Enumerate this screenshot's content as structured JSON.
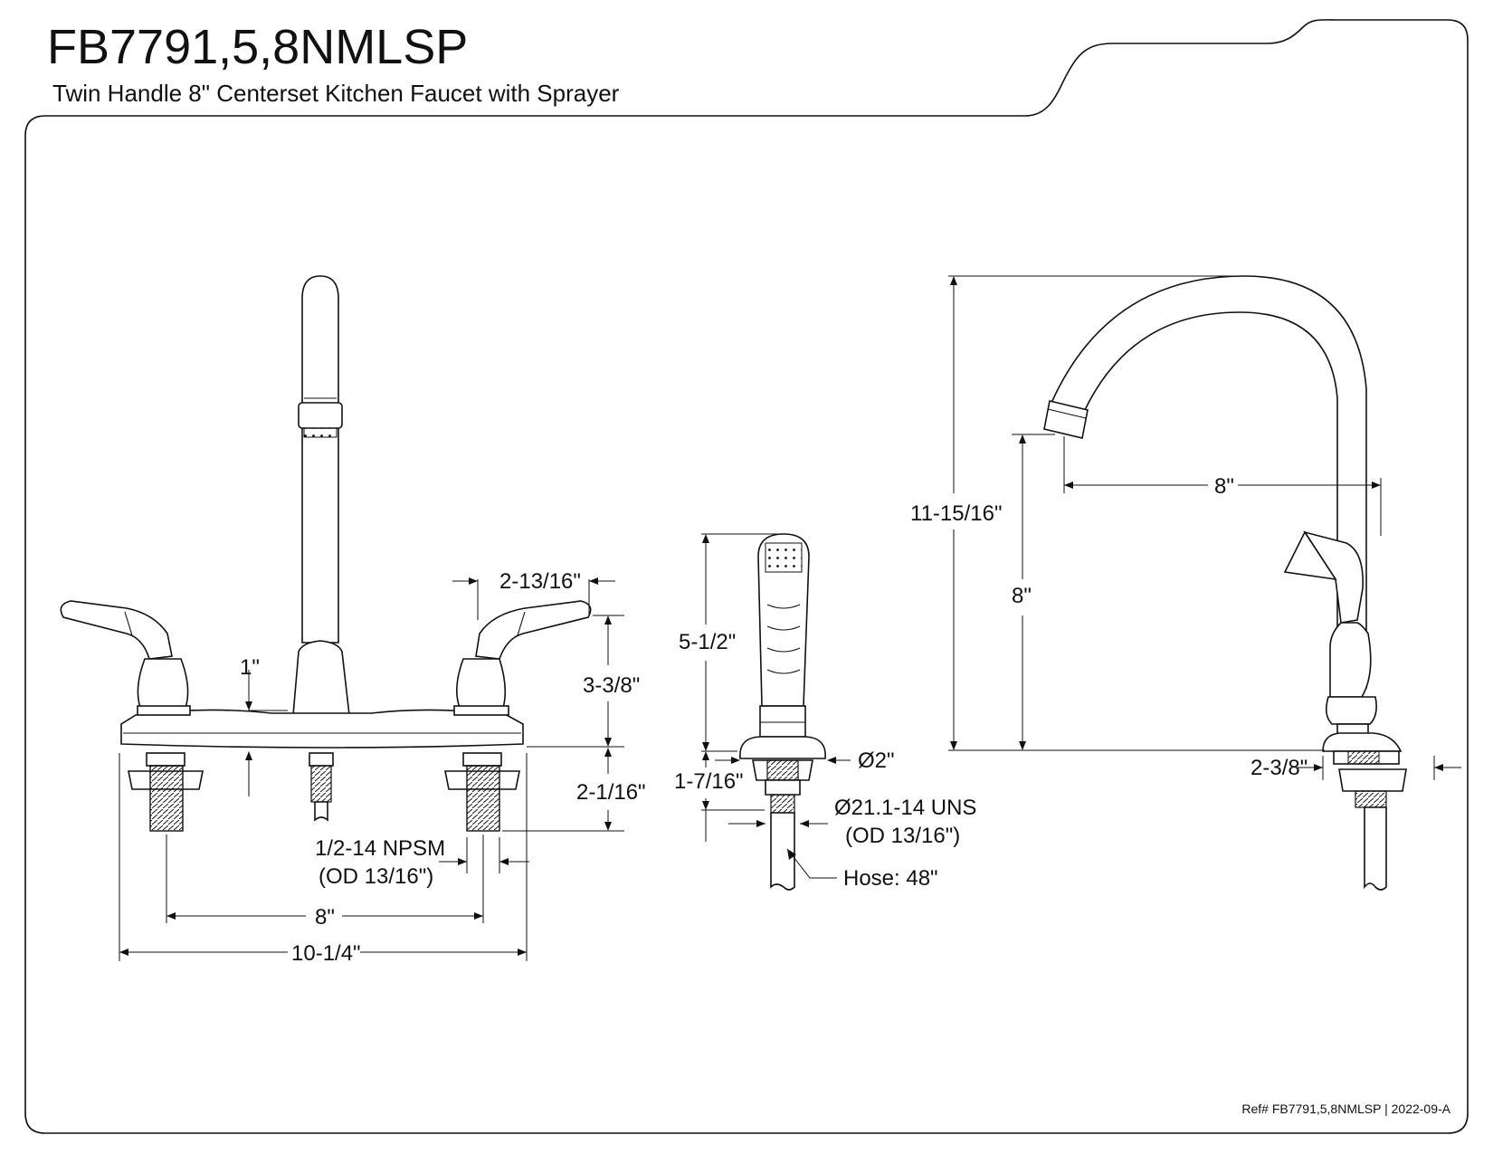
{
  "header": {
    "model": "FB7791,5,8NMLSP",
    "subtitle": "Twin Handle 8\" Centerset Kitchen Faucet with Sprayer"
  },
  "front_view": {
    "handle_to_edge": "2-13/16\"",
    "deck_to_spout_base": "1\"",
    "handle_height": "3-3/8\"",
    "shank_length": "2-1/16\"",
    "thread_spec": "1/2-14 NPSM",
    "thread_od": "(OD 13/16\")",
    "center_spacing": "8\"",
    "overall_width": "10-1/4\""
  },
  "sprayer": {
    "height": "5-1/2\"",
    "base_diameter": "Ø2\"",
    "shank_length": "1-7/16\"",
    "thread_spec": "Ø21.1-14 UNS",
    "thread_od": "(OD 13/16\")",
    "hose": "Hose: 48\""
  },
  "side_view": {
    "overall_height": "11-15/16\"",
    "spout_height": "8\"",
    "spout_reach": "8\"",
    "base_depth": "2-3/8\""
  },
  "footer": {
    "ref": "Ref# FB7791,5,8NMLSP | 2022-09-A"
  }
}
